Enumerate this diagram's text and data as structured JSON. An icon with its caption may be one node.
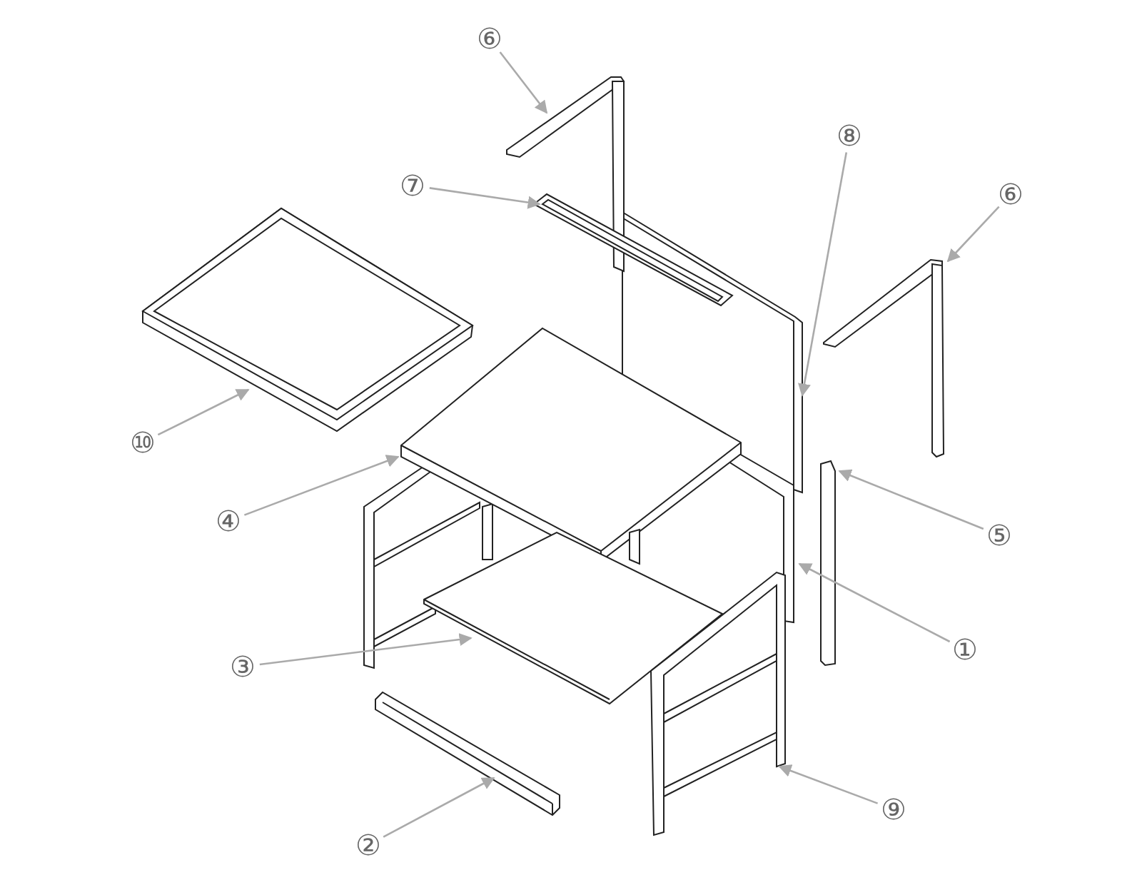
{
  "diagram": {
    "nodes": [
      {
        "text": [
          "⑥"
        ]
      },
      {
        "text": [
          "⑧"
        ]
      },
      {
        "text": [
          "⑦"
        ]
      },
      {
        "text": [
          "⑥"
        ]
      },
      {
        "text": [
          "⑩"
        ]
      },
      {
        "text": [
          "④"
        ]
      },
      {
        "text": [
          "⑤"
        ]
      },
      {
        "text": [
          "①"
        ]
      },
      {
        "text": [
          "③"
        ]
      },
      {
        "text": [
          "⑨"
        ]
      },
      {
        "text": [
          "②"
        ]
      }
    ],
    "edges": [
      {
        "from": 0,
        "to": null,
        "arrow": "to"
      },
      {
        "from": 1,
        "to": null,
        "arrow": "to"
      },
      {
        "from": 2,
        "to": null,
        "arrow": "to"
      },
      {
        "from": 3,
        "to": null,
        "arrow": "to"
      },
      {
        "from": 4,
        "to": null,
        "arrow": "to"
      },
      {
        "from": 5,
        "to": null,
        "arrow": "to"
      },
      {
        "from": 6,
        "to": null,
        "arrow": "to"
      },
      {
        "from": 7,
        "to": null,
        "arrow": "to"
      },
      {
        "from": 8,
        "to": null,
        "arrow": "to"
      },
      {
        "from": 9,
        "to": null,
        "arrow": "to"
      },
      {
        "from": 10,
        "to": null,
        "arrow": "to"
      }
    ]
  }
}
